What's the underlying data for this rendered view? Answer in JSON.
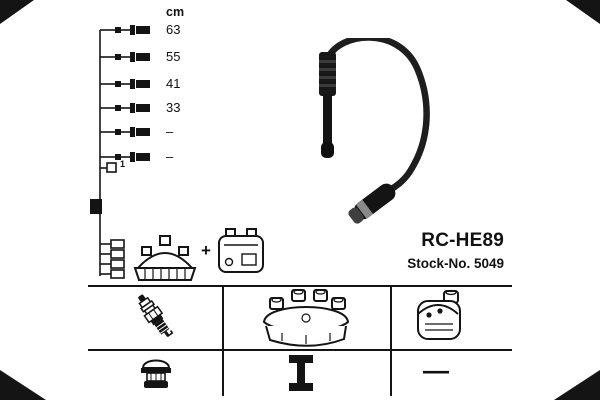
{
  "product": {
    "code": "RC-HE89",
    "stock_no": "Stock-No. 5049"
  },
  "diagram": {
    "unit_label": "cm",
    "lengths": [
      "63",
      "55",
      "41",
      "33",
      "–",
      "–"
    ],
    "plus_sign": "+",
    "single_lead_label": "1"
  },
  "legend": {
    "none_dash": "—"
  },
  "colors": {
    "ink": "#141414",
    "photo_dark": "#1e1e1e",
    "background": "#ffffff"
  }
}
